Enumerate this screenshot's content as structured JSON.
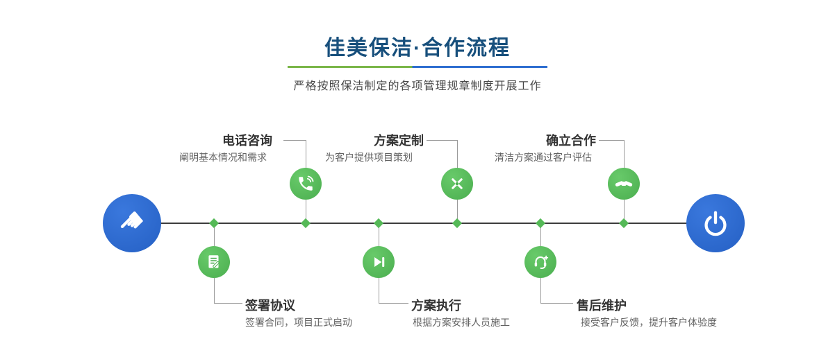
{
  "header": {
    "title": "佳美保洁·合作流程",
    "subtitle": "严格按照保洁制定的各项管理规章制度开展工作"
  },
  "colors": {
    "title_blue": "#174f7c",
    "node_blue": "#2c6bd2",
    "step_green": "#55b957",
    "underline_green": "#7ab648",
    "underline_blue": "#2e6ed0"
  },
  "timeline": {
    "start_node": {
      "icon": "pointing-hand-icon",
      "glyph": "☚"
    },
    "end_node": {
      "icon": "power-icon"
    },
    "steps_top": [
      {
        "title": "电话咨询",
        "desc": "阐明基本情况和需求",
        "icon": "phone-icon"
      },
      {
        "title": "方案定制",
        "desc": "为客户提供项目策划",
        "icon": "design-tools-icon"
      },
      {
        "title": "确立合作",
        "desc": "清洁方案通过客户评估",
        "icon": "handshake-icon"
      }
    ],
    "steps_bottom": [
      {
        "title": "签署协议",
        "desc": "签署合同，项目正式启动",
        "icon": "contract-icon"
      },
      {
        "title": "方案执行",
        "desc": "根据方案安排人员施工",
        "icon": "execute-icon"
      },
      {
        "title": "售后维护",
        "desc": "接受客户反馈，提升客户体验度",
        "icon": "support-icon"
      }
    ]
  }
}
